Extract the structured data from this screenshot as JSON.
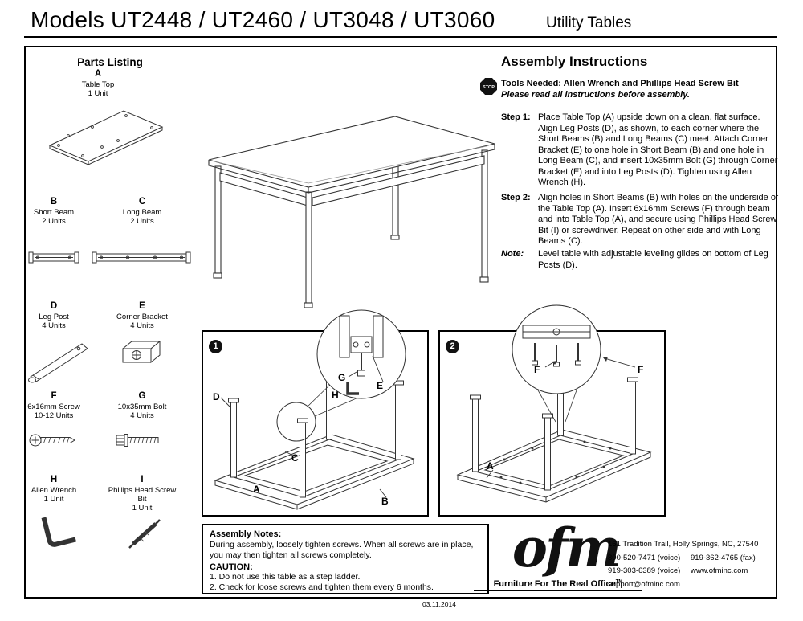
{
  "header": {
    "models_title": "Models UT2448 / UT2460 / UT3048 / UT3060",
    "subtitle": "Utility Tables"
  },
  "parts_listing": {
    "title": "Parts Listing",
    "parts": [
      {
        "letter": "A",
        "name": "Table Top",
        "qty": "1 Unit"
      },
      {
        "letter": "B",
        "name": "Short Beam",
        "qty": "2 Units"
      },
      {
        "letter": "C",
        "name": "Long Beam",
        "qty": "2 Units"
      },
      {
        "letter": "D",
        "name": "Leg Post",
        "qty": "4 Units"
      },
      {
        "letter": "E",
        "name": "Corner Bracket",
        "qty": "4 Units"
      },
      {
        "letter": "F",
        "name": "6x16mm Screw",
        "qty": "10-12 Units"
      },
      {
        "letter": "G",
        "name": "10x35mm Bolt",
        "qty": "4 Units"
      },
      {
        "letter": "H",
        "name": "Allen Wrench",
        "qty": "1 Unit"
      },
      {
        "letter": "I",
        "name": "Phillips Head Screw Bit",
        "qty": "1 Unit"
      }
    ]
  },
  "instructions": {
    "title": "Assembly Instructions",
    "stop_label": "STOP",
    "tools_needed": "Tools Needed:  Allen Wrench and Phillips Head Screw Bit",
    "read_first": "Please read all instructions before assembly.",
    "steps": [
      {
        "label": "Step 1:",
        "text": "Place Table Top (A) upside down on a clean, flat surface. Align Leg Posts (D), as shown, to each corner where the Short Beams (B) and Long Beams (C) meet. Attach Corner Bracket (E) to one hole in Short Beam (B) and one hole in Long Beam (C), and insert 10x35mm Bolt (G) through Corner Bracket (E) and into Leg Posts (D). Tighten using Allen Wrench (H)."
      },
      {
        "label": "Step 2:",
        "text": "Align holes in Short Beams (B) with holes on the underside of the Table Top (A). Insert 6x16mm Screws (F) through beam and into Table Top (A), and secure using Phillips Head Screw Bit (I) or screwdriver. Repeat on other side and with Long Beams (C)."
      }
    ],
    "note_label": "Note:",
    "note_text": "Level table with adjustable leveling glides on bottom of Leg Posts (D)."
  },
  "diagram1": {
    "number": "1",
    "labels": {
      "d": "D",
      "g": "G",
      "e": "E",
      "h": "H",
      "c": "C",
      "a": "A",
      "b": "B"
    }
  },
  "diagram2": {
    "number": "2",
    "labels": {
      "f_left": "F",
      "f_right": "F",
      "a": "A"
    }
  },
  "assembly_notes": {
    "title": "Assembly Notes:",
    "body": "During assembly, loosely tighten screws. When all screws are in place, you may then tighten all screws completely.",
    "caution_title": "CAUTION:",
    "items": [
      "1. Do not use this table as a step ladder.",
      "2. Check for loose screws and tighten them every 6 months."
    ]
  },
  "footer": {
    "logo": "ofm",
    "tagline": "Furniture For The Real Office",
    "trademark": "TM",
    "address": "161 Tradition Trail,  Holly Springs, NC, 27540",
    "phone_voice1": "800-520-7471 (voice)",
    "fax": "919-362-4765 (fax)",
    "phone_voice2": "919-303-6389 (voice)",
    "website": "www.ofminc.com",
    "email": "support@ofminc.com",
    "date": "03.11.2014"
  }
}
